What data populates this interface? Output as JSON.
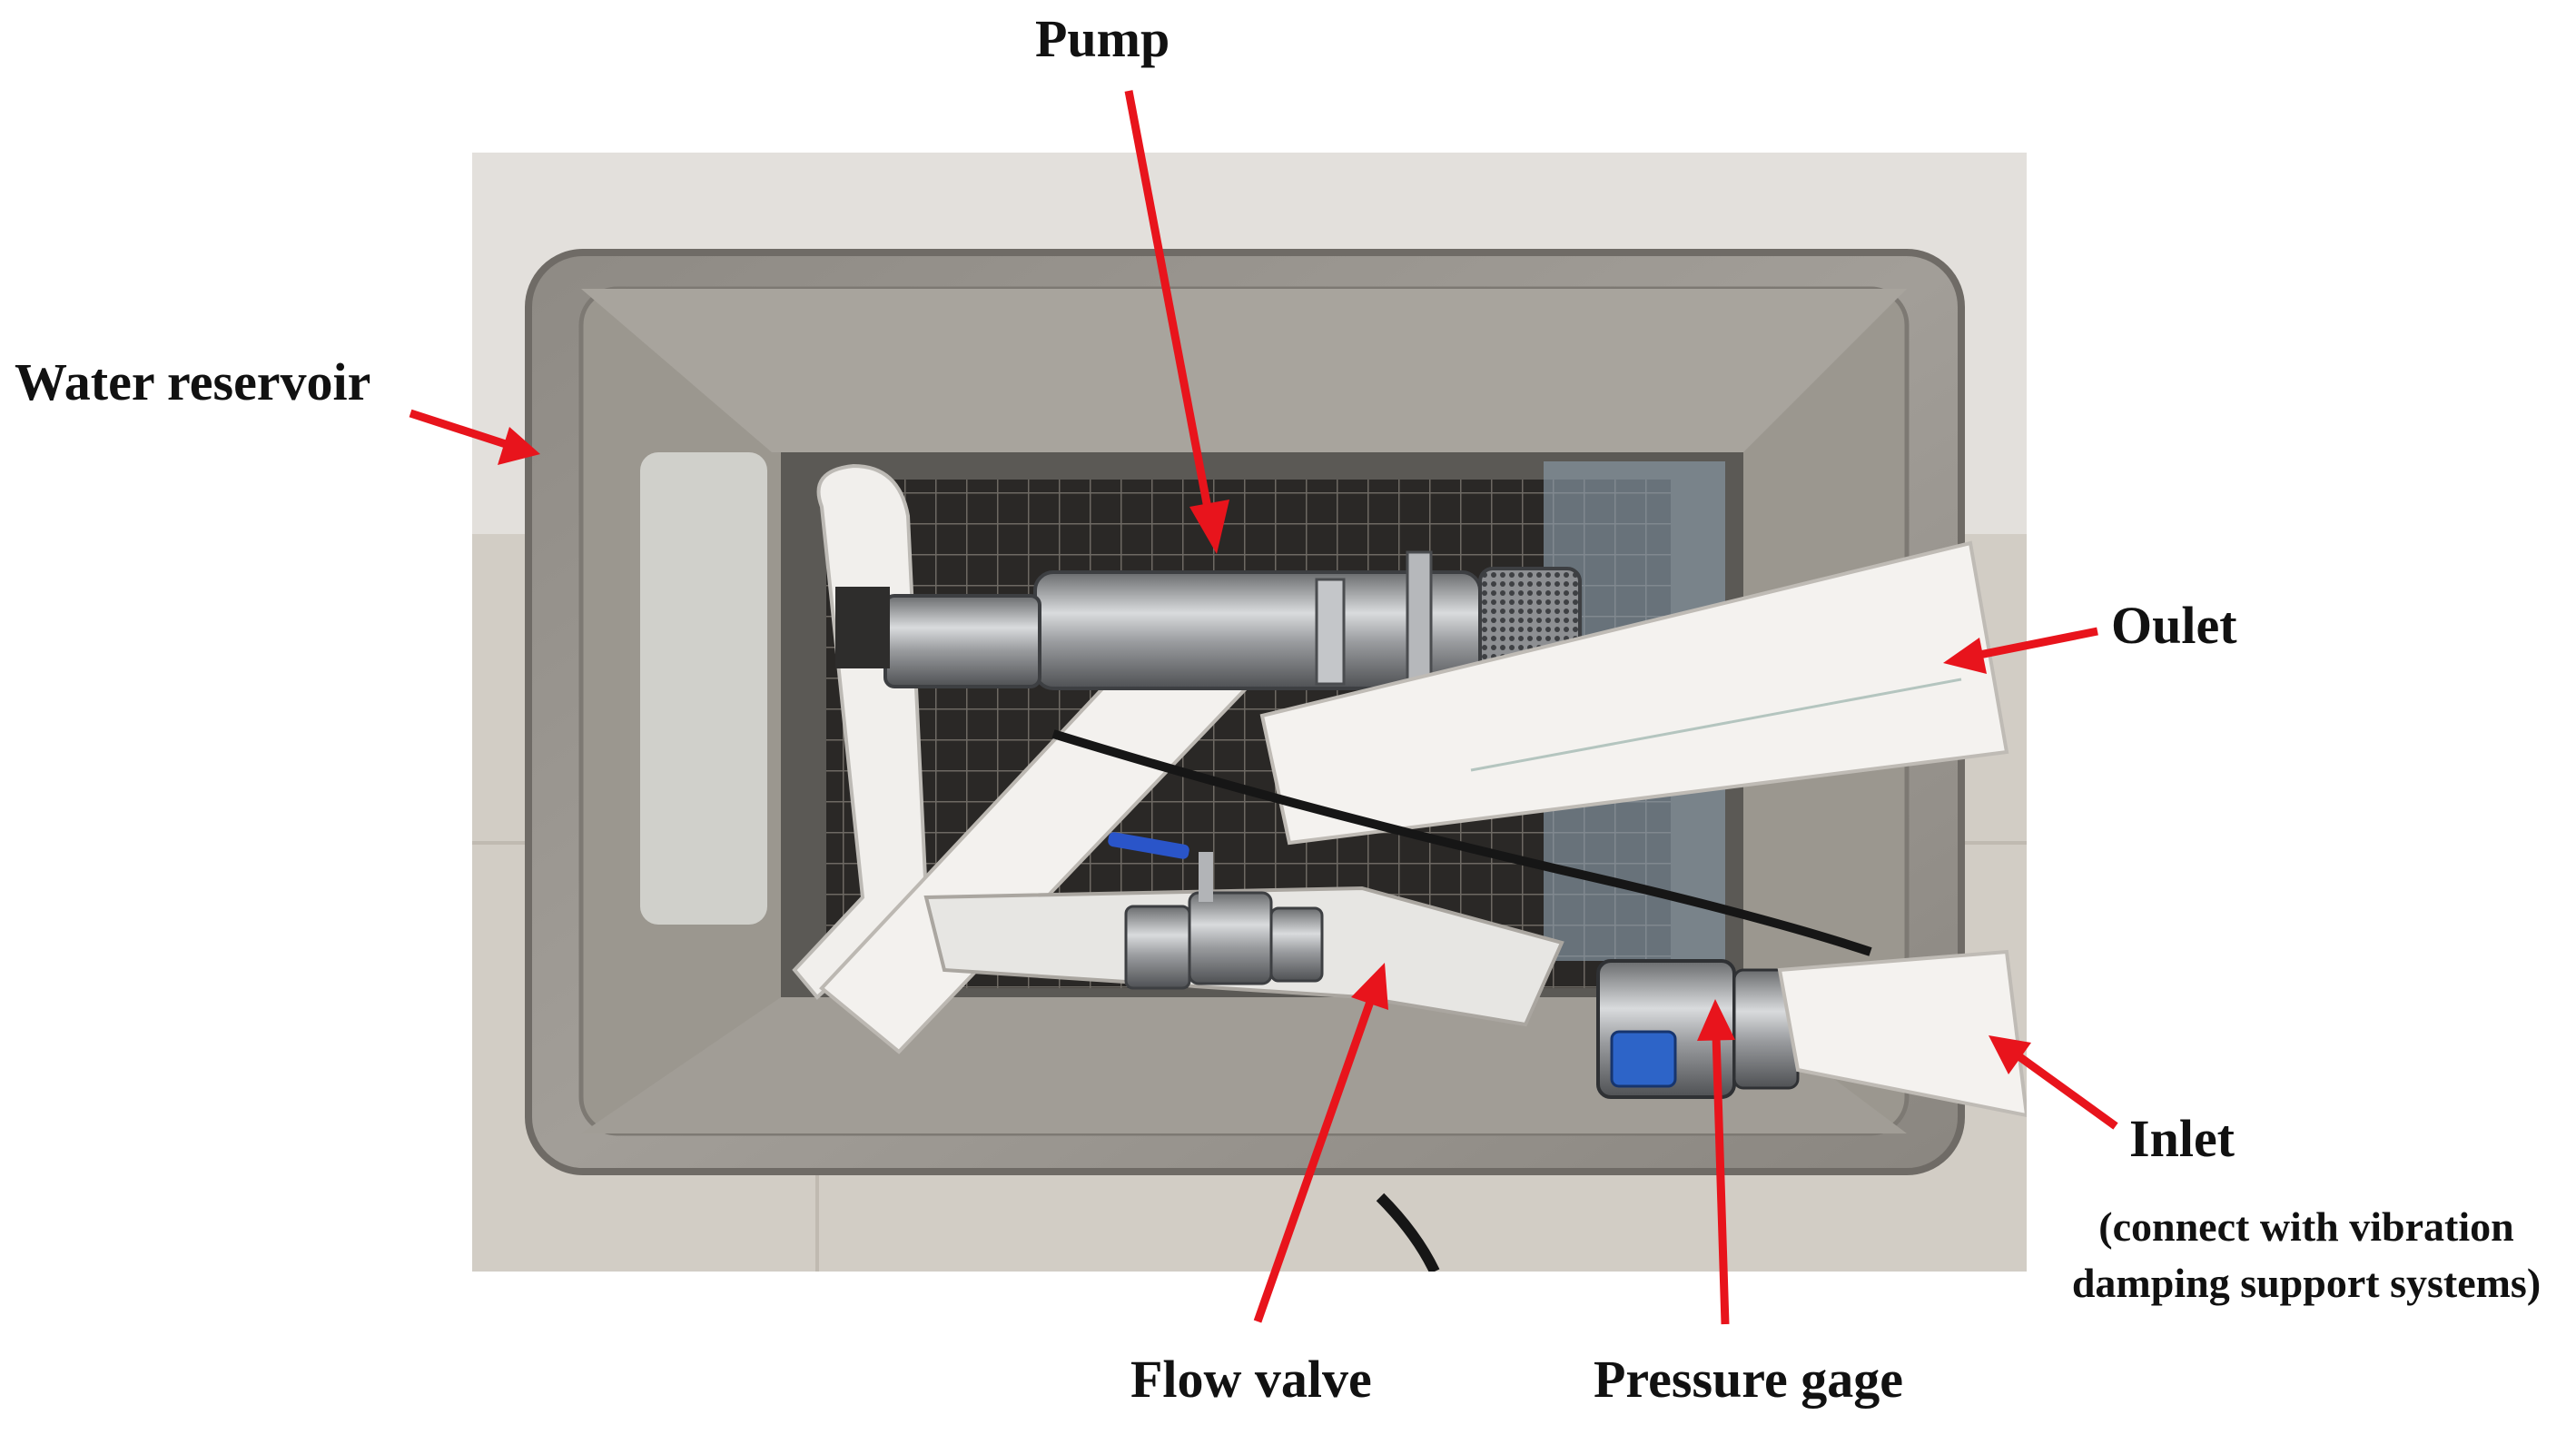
{
  "labels": {
    "pump": "Pump",
    "water_reservoir": "Water reservoir",
    "outlet": "Oulet",
    "inlet": "Inlet",
    "inlet_note_line1": "(connect with vibration",
    "inlet_note_line2": "damping support systems)",
    "flow_valve": "Flow valve",
    "pressure_gage": "Pressure gage"
  },
  "colors": {
    "arrow": "#e8141c",
    "text": "#111111"
  }
}
